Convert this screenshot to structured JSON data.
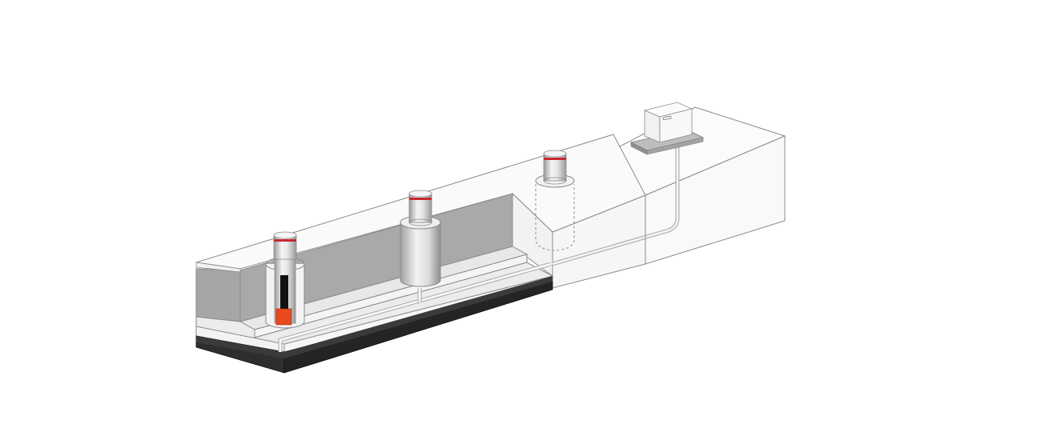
{
  "diagram": {
    "title": "",
    "colors": {
      "background": "#ffffff",
      "outline": "#8a8a8a",
      "concrete_light": "#f2f2f2",
      "concrete_white": "#fbfbfb",
      "wall_gray": "#a9a9a9",
      "floor_light": "#e4e4e4",
      "base_dark": "#222222",
      "cylinder_light": "#f1f1f1",
      "cylinder_mid": "#c8c8c8",
      "cylinder_dark": "#9a9a9a",
      "reflective_band": "#c7272f",
      "piston_rod": "#111111",
      "hydraulic_unit": "#e8491d",
      "control_box": "#f7f7f7",
      "control_base": "#9d9d9d"
    },
    "components": [
      {
        "name": "bollard-sectioned",
        "state": "raised",
        "view": "cutaway"
      },
      {
        "name": "bollard-foundation-sleeve",
        "state": "raised",
        "view": "solid"
      },
      {
        "name": "bollard-hidden",
        "state": "raised",
        "view": "dashed-underground"
      },
      {
        "name": "control-cabinet",
        "view": "solid"
      },
      {
        "name": "conduit-pipe",
        "view": "solid"
      }
    ]
  }
}
